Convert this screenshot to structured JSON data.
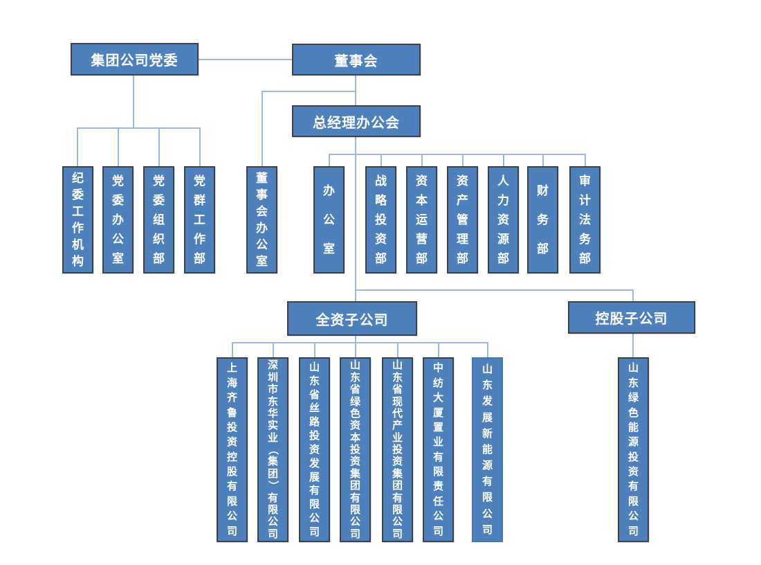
{
  "diagram": {
    "top": {
      "party_committee": "集团公司党委",
      "board": "董事会",
      "gm_office": "总经理办公会"
    },
    "party_departments": [
      "纪委工作机构",
      "党委办公室",
      "党委组织部",
      "党群工作部"
    ],
    "board_office": "董事会办公室",
    "gm_departments": [
      "办公室",
      "战略投资部",
      "资本运营部",
      "资产管理部",
      "人力资源部",
      "财务部",
      "审计法务部"
    ],
    "subsidiary_groups": {
      "wholly_owned_label": "全资子公司",
      "holding_label": "控股子公司"
    },
    "wholly_owned_subsidiaries": [
      "上海齐鲁投资控股有限公司",
      "深圳市东华实业（集团）有限公司",
      "山东省丝路投资发展有限公司",
      "山东省绿色资本投资集团有限公司",
      "山东省现代产业投资集团有限公司",
      "中纺大厦置业有限责任公司",
      "山东发展新能源有限公司"
    ],
    "holding_subsidiaries": [
      "山东绿色能源投资有限公司"
    ]
  },
  "colors": {
    "box_fill": "#4E80BC",
    "box_border": "#3B4149",
    "box_border_light": "#4877AE",
    "connector": "#9CB8DC",
    "text": "#FFFFFF",
    "background": "#FFFFFF"
  }
}
